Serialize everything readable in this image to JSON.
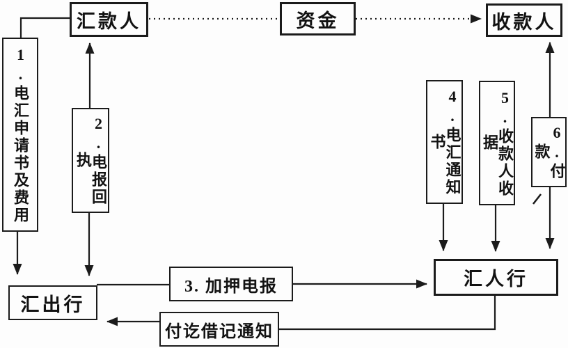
{
  "diagram": {
    "type": "flowchart",
    "language": "zh-CN",
    "colors": {
      "ink": "#1b1b1b",
      "paper": "#fdfdfd"
    },
    "nodes": {
      "remitter": "汇款人",
      "funds": "资金",
      "payee": "收款人",
      "remitting_bank": "汇出行",
      "receiving_bank": "汇人行",
      "step1": "1.电汇申请书及费用",
      "step2": "2.电报回执",
      "step3": "3. 加押电报",
      "step4": "4.电汇通知书",
      "step5": "5.收款人收据",
      "step6": "6.付款",
      "debit_advice": "付讫借记通知"
    },
    "edges": [
      {
        "from": "remitter",
        "to": "funds",
        "style": "dotted",
        "arrow": false
      },
      {
        "from": "funds",
        "to": "payee",
        "style": "dotted",
        "arrow": true
      },
      {
        "from": "remitter",
        "via": "step1",
        "to": "remitting_bank",
        "style": "solid",
        "arrow": true
      },
      {
        "from": "step2",
        "to": "remitter",
        "style": "solid",
        "arrow": true
      },
      {
        "from": "step2",
        "to": "remitting_bank",
        "style": "solid",
        "arrow": true
      },
      {
        "from": "remitting_bank",
        "via": "step3",
        "to": "receiving_bank",
        "style": "solid",
        "arrow": true
      },
      {
        "from": "step4",
        "to": "receiving_bank",
        "style": "solid",
        "arrow": true
      },
      {
        "from": "step5",
        "to": "receiving_bank",
        "style": "solid",
        "arrow": true
      },
      {
        "from": "step6",
        "to": "receiving_bank",
        "style": "solid",
        "arrow": true
      },
      {
        "from": "step6",
        "to": "payee",
        "style": "solid",
        "arrow": true
      },
      {
        "from": "receiving_bank",
        "via": "debit_advice",
        "to": "remitting_bank",
        "style": "solid",
        "arrow": true
      }
    ]
  }
}
